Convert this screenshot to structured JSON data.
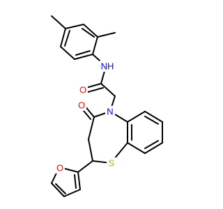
{
  "molecule": {
    "atom_labels": {
      "amide_nh": "NH",
      "amide_o": "O",
      "ring_n": "N",
      "lactam_o": "O",
      "ring_s": "S",
      "furan_o": "O"
    },
    "colors": {
      "bond": "#000000",
      "nitrogen": "#0000ff",
      "oxygen": "#ff0000",
      "sulfur": "#b5a800",
      "background": "#ffffff"
    }
  }
}
